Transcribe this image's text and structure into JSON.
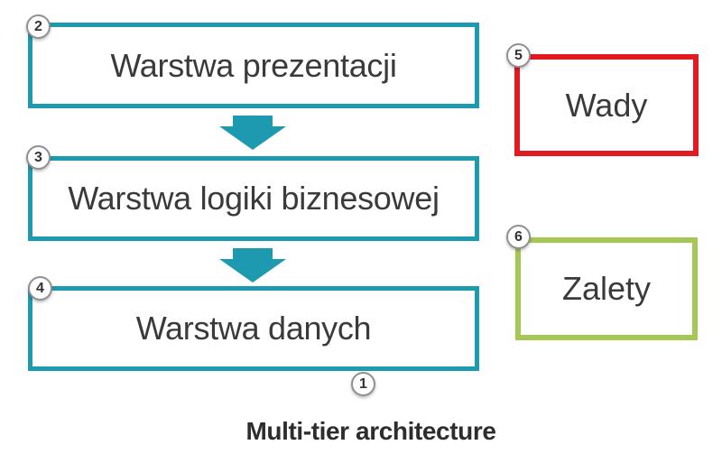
{
  "diagram": {
    "title": "Multi-tier architecture",
    "colors": {
      "teal": "#1e9ab0",
      "red": "#e01b22",
      "green": "#a5c854",
      "label_text": "#3a3a3a",
      "title_text": "#2d2d2d"
    },
    "layers": [
      {
        "badge": "2",
        "label": "Warstwa prezentacji"
      },
      {
        "badge": "3",
        "label": "Warstwa logiki biznesowej"
      },
      {
        "badge": "4",
        "label": "Warstwa danych"
      }
    ],
    "side_boxes": [
      {
        "badge": "5",
        "label": "Wady"
      },
      {
        "badge": "6",
        "label": "Zalety"
      }
    ],
    "bottom_badge": "1"
  }
}
